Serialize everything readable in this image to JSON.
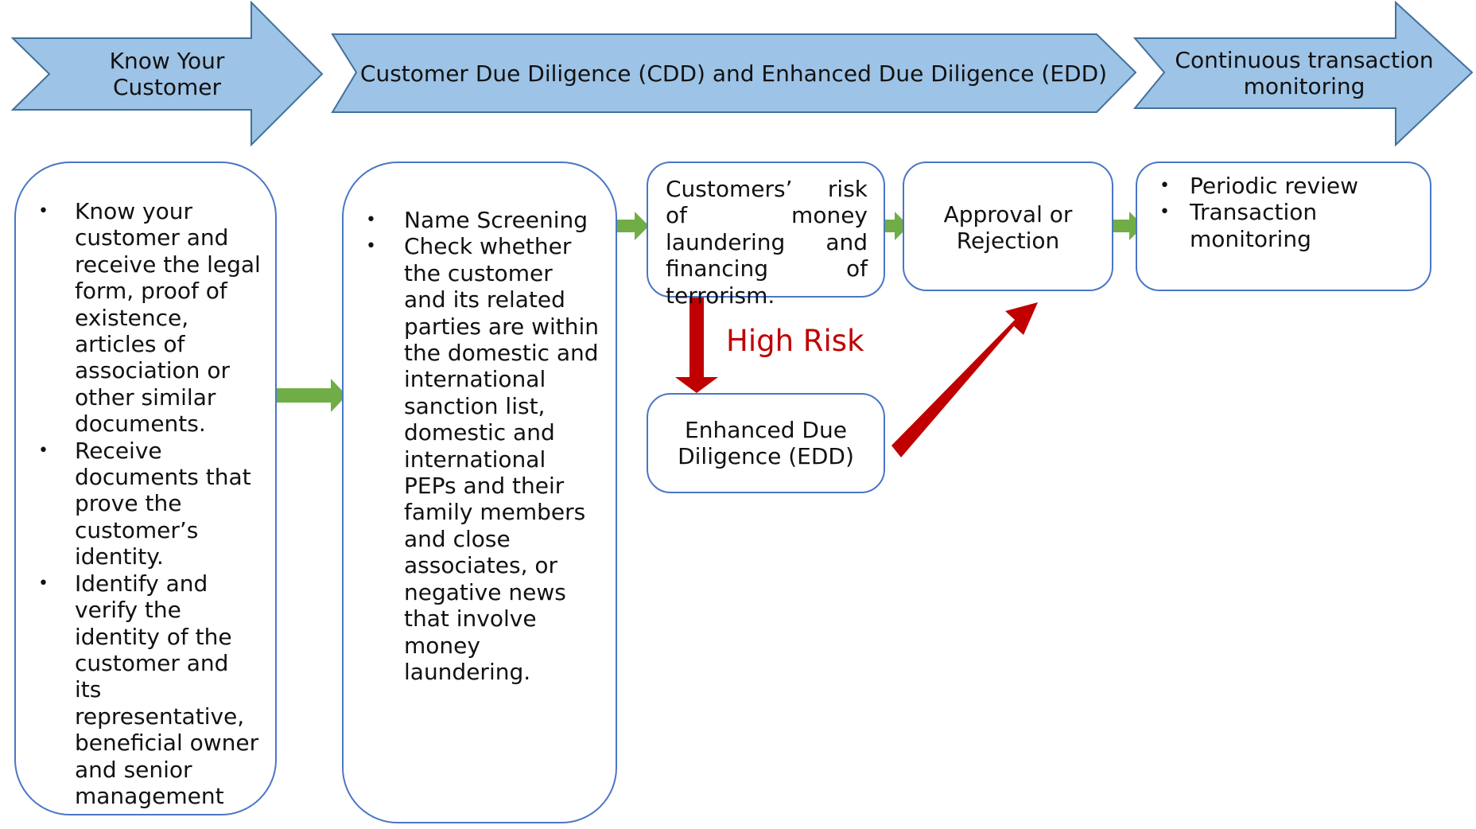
{
  "stages": [
    {
      "id": "kyc",
      "label_lines": [
        "Know Your",
        "Customer"
      ]
    },
    {
      "id": "cdd-edd",
      "label_lines": [
        "Customer Due Diligence (CDD) and Enhanced Due Diligence (EDD)"
      ]
    },
    {
      "id": "monitoring",
      "label_lines": [
        "Continuous transaction",
        "monitoring"
      ]
    }
  ],
  "boxes": {
    "kyc": {
      "bullets": [
        "Know your customer and receive the legal form, proof of existence, articles of association or other similar documents.",
        "Receive documents that prove the customer’s identity.",
        "Identify and verify the identity of the customer and its representative, beneficial owner and senior management"
      ]
    },
    "screening": {
      "bullets": [
        "Name Screening",
        "Check whether the customer and its related parties are within the domestic and international sanction list, domestic and international PEPs and their family members and close associates, or negative news that involve money laundering."
      ]
    },
    "risk": {
      "text": "Customers’ risk of money laundering and financing of terrorism."
    },
    "approval": {
      "text_lines": [
        "Approval or",
        "Rejection"
      ]
    },
    "edd": {
      "text_lines": [
        "Enhanced Due",
        "Diligence (EDD)"
      ]
    },
    "monitoring": {
      "bullets": [
        "Periodic review",
        "Transaction monitoring"
      ]
    }
  },
  "labels": {
    "high_risk": "High Risk"
  },
  "colors": {
    "stage_fill": "#9dc3e6",
    "stage_stroke": "#41719c",
    "box_border": "#4a76c6",
    "flow_arrow": "#70ad47",
    "risk_arrow": "#c00000",
    "risk_text": "#c00000"
  }
}
